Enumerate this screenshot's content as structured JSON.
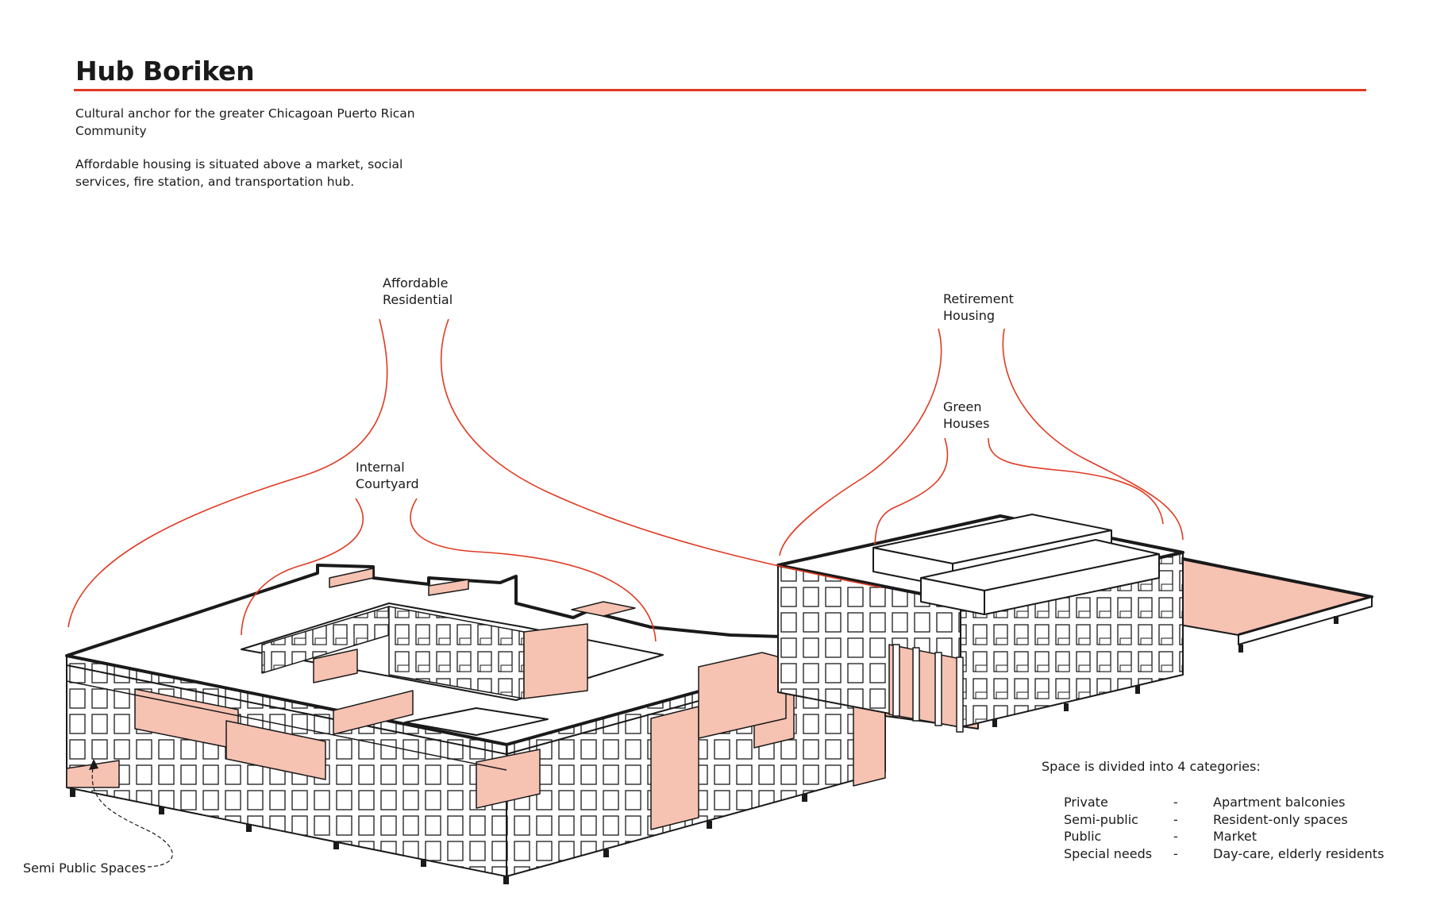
{
  "title": "Hub Boriken",
  "intro": {
    "line1": "Cultural anchor for the greater Chicagoan Puerto Rican Community",
    "line2": "Affordable housing is situated above a market, social services, fire station, and transportation hub."
  },
  "labels": {
    "affordable_residential": [
      "Affordable",
      "Residential"
    ],
    "internal_courtyard": [
      "Internal",
      "Courtyard"
    ],
    "retirement_housing": [
      "Retirement",
      "Housing"
    ],
    "green_houses": [
      "Green",
      "Houses"
    ],
    "semi_public_spaces": "Semi Public Spaces"
  },
  "legend": {
    "heading": "Space is divided into 4 categories:",
    "rows": [
      {
        "category": "Private",
        "sep": "-",
        "desc": "Apartment balconies"
      },
      {
        "category": "Semi-public",
        "sep": "-",
        "desc": "Resident-only spaces"
      },
      {
        "category": "Public",
        "sep": "-",
        "desc": "Market"
      },
      {
        "category": "Special needs",
        "sep": "-",
        "desc": "Day-care, elderly residents"
      }
    ]
  },
  "colors": {
    "accent": "#e03a22",
    "fill": "#f6c2b2",
    "ink": "#1a1a1a"
  }
}
